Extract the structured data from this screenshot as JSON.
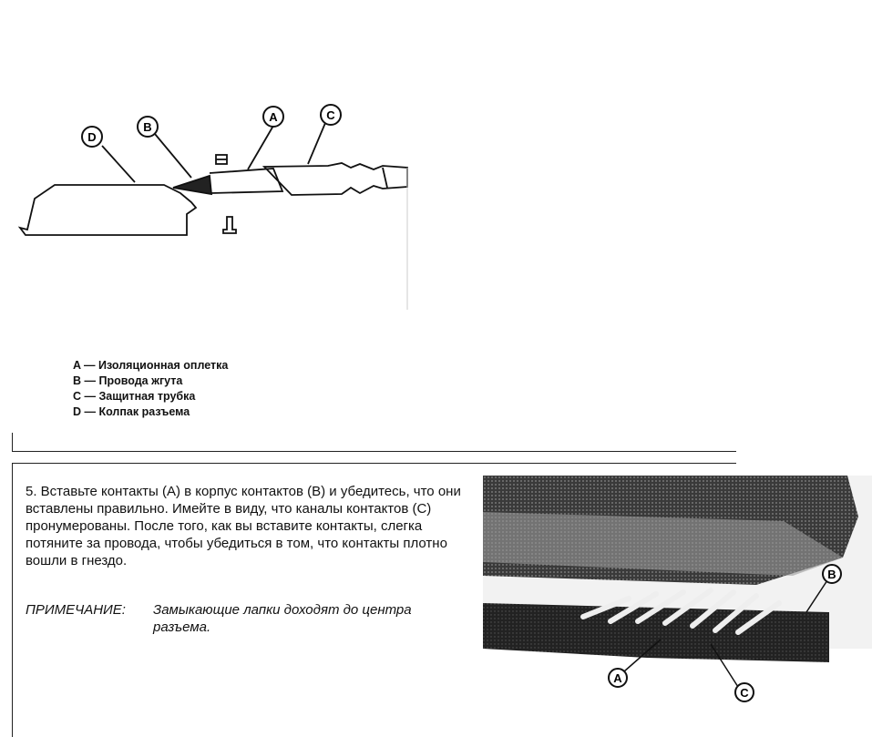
{
  "diagram": {
    "callouts": {
      "a": "A",
      "b": "B",
      "c": "C",
      "d": "D"
    }
  },
  "legend": {
    "items": [
      "A — Изоляционная оплетка",
      "B — Провода жгута",
      "C — Защитная трубка",
      "D — Колпак разъема"
    ]
  },
  "step": {
    "text": "5.  Вставьте контакты (A) в корпус контактов (B) и убедитесь, что они вставлены правильно. Имейте в виду, что каналы контактов (C) пронумерованы. После того, как вы вставите контакты, слегка потяните за провода, чтобы убедиться в том, что контакты плотно вошли в гнездо."
  },
  "note": {
    "label": "ПРИМЕЧАНИЕ:",
    "text": "Замыкающие лапки доходят до центра разъема."
  },
  "photo": {
    "callouts": {
      "a": "A",
      "b": "B",
      "c": "C"
    }
  }
}
